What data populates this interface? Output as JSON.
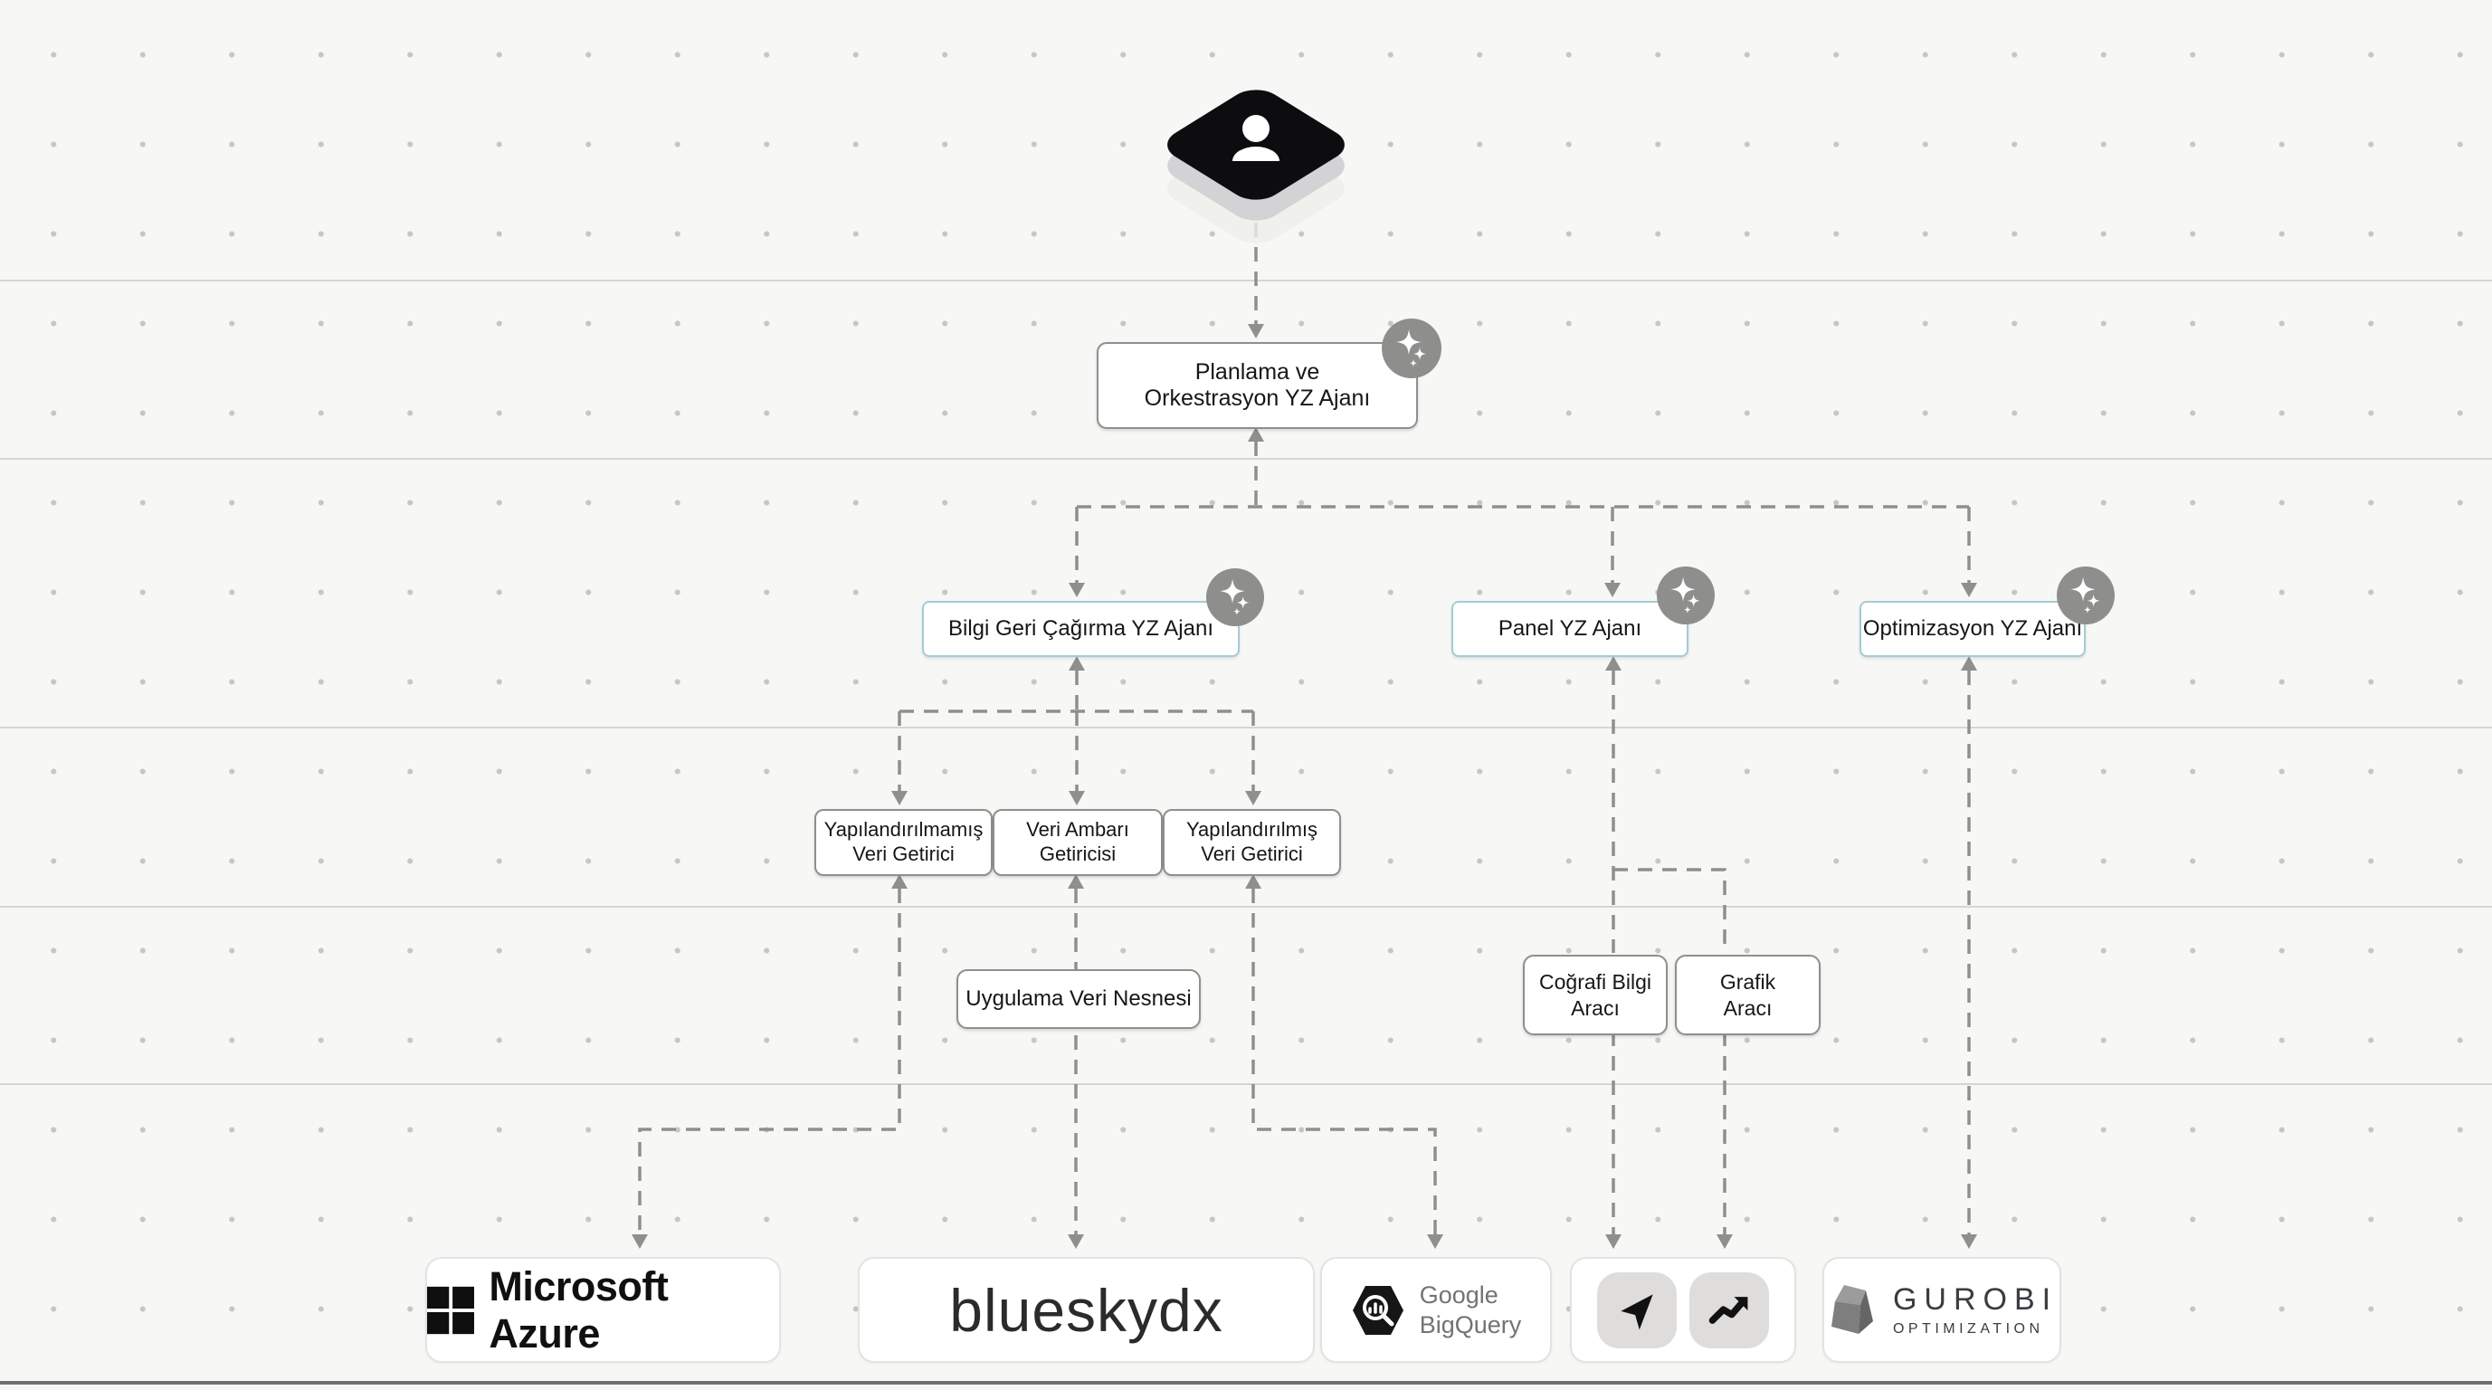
{
  "diagram": {
    "user_node": {
      "icon": "user-icon"
    },
    "orchestrator": {
      "label_line1": "Planlama ve",
      "label_line2": "Orkestrasyon YZ Ajanı",
      "badge_icon": "sparkle-icon"
    },
    "agents": [
      {
        "label": "Bilgi Geri Çağırma YZ Ajanı",
        "badge_icon": "sparkle-icon"
      },
      {
        "label": "Panel YZ Ajanı",
        "badge_icon": "sparkle-icon"
      },
      {
        "label": "Optimizasyon YZ Ajanı",
        "badge_icon": "sparkle-icon"
      }
    ],
    "fetchers": [
      {
        "label_line1": "Yapılandırılmamış",
        "label_line2": "Veri Getirici"
      },
      {
        "label_line1": "Veri Ambarı",
        "label_line2": "Getiricisi"
      },
      {
        "label_line1": "Yapılandırılmış",
        "label_line2": "Veri Getirici"
      }
    ],
    "data_object": {
      "label": "Uygulama Veri Nesnesi"
    },
    "tools": [
      {
        "label_line1": "Coğrafi Bilgi",
        "label_line2": "Aracı"
      },
      {
        "label_line1": "Grafik",
        "label_line2": "Aracı"
      }
    ],
    "logos": {
      "azure": {
        "text": "Microsoft Azure",
        "icon": "microsoft-logo-icon"
      },
      "blueskydx": {
        "text": "blueskydx"
      },
      "bigquery": {
        "line1": "Google",
        "line2": "BigQuery",
        "icon": "bigquery-hexagon-icon"
      },
      "tiles": [
        {
          "icon": "navigation-icon"
        },
        {
          "icon": "trending-up-icon"
        }
      ],
      "gurobi": {
        "name": "GUROBI",
        "sub": "OPTIMIZATION",
        "icon": "gurobi-gem-icon"
      }
    },
    "colors": {
      "background": "#f7f7f5",
      "agent_border": "#a3cbd5",
      "box_border": "#8f8f8d",
      "connector": "#8f8f8d",
      "badge_fill": "#8e8e8c",
      "rule_line": "#d5d5d3"
    }
  }
}
